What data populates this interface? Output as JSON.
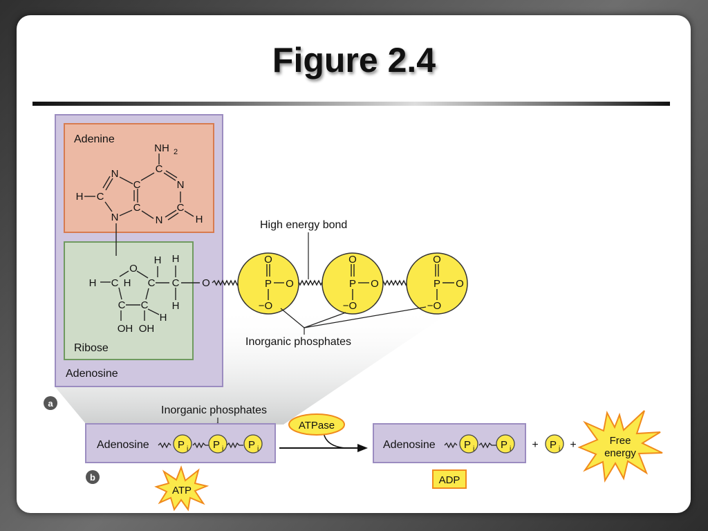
{
  "title": "Figure 2.4",
  "panel_a": {
    "badge": "a",
    "adenine_label": "Adenine",
    "ribose_label": "Ribose",
    "adenosine_label": "Adenosine",
    "high_energy_bond_label": "High energy bond",
    "inorganic_phosphates_label": "Inorganic phosphates",
    "adenine_atoms": {
      "nh2": "NH",
      "nh2_sub": "2",
      "n1": "N",
      "c1": "C",
      "n2": "N",
      "h1": "H",
      "c2": "C",
      "c3": "C",
      "n3": "N",
      "c4": "C",
      "n4": "N",
      "c5": "C",
      "h2": "H"
    },
    "ribose_atoms": {
      "o": "O",
      "h_left": "H",
      "c1": "C",
      "h_in1": "H",
      "h_top1": "H",
      "h_top2": "H",
      "c2": "C",
      "c3": "C",
      "c4": "C",
      "c5": "C",
      "h_bot": "H",
      "h_right": "H",
      "oh1": "OH",
      "oh2": "OH",
      "o_link": "O"
    },
    "phosphate": {
      "o_top": "O",
      "p": "P",
      "o_right": "O",
      "o_bottom": "−O"
    }
  },
  "panel_b": {
    "badge": "b",
    "inorganic_phosphates_label": "Inorganic phosphates",
    "adenosine_label": "Adenosine",
    "pi_main": "P",
    "pi_sub": "i",
    "atpase_label": "ATPase",
    "atp_label": "ATP",
    "adp_label": "ADP",
    "plus": "+",
    "free_energy_line1": "Free",
    "free_energy_line2": "energy"
  },
  "colors": {
    "adenosine_box": "#cfc6e0",
    "adenosine_border": "#9b8cc0",
    "adenine_box": "#ecb9a4",
    "adenine_border": "#d77b4f",
    "ribose_box": "#cfdcc8",
    "ribose_border": "#6f9a5f",
    "phosphate_fill": "#fbe94a",
    "phosphate_border": "#333333",
    "burst_fill": "#fbe94a",
    "burst_stroke": "#f08a1c"
  }
}
